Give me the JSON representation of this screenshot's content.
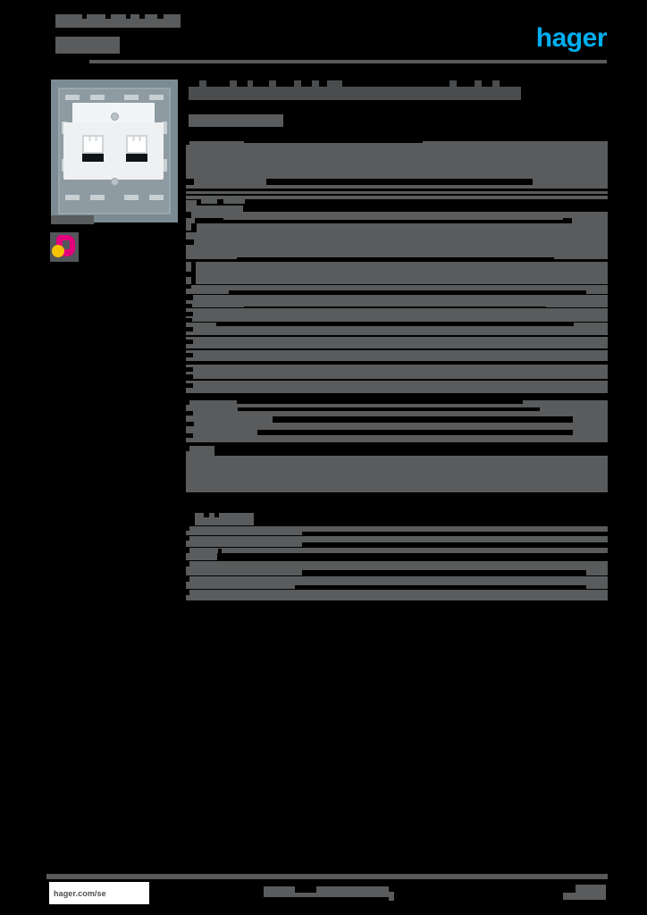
{
  "document": {
    "type": "product-datasheet",
    "brand": "hager",
    "brand_color": "#00AEEF",
    "redaction_color": "#595b5c",
    "page_background": "#000000",
    "redacted": true,
    "note": "All body text in this datasheet is rendered as solid redaction bars; only the brand wordmark and the footer URL remain legible."
  },
  "header": {
    "document_reference_line1": "",
    "document_reference_line2": "",
    "logo_label": "hager",
    "rule_visible": true
  },
  "left_column": {
    "product_image": {
      "name": "socket-outlet-product-photo",
      "alt": "White double data outlet insert with metal mounting frame",
      "frame_color": "#7b8b93",
      "plate_color": "#eef0f1",
      "port_count": 2
    },
    "image_caption": "",
    "variant_thumbnail": {
      "name": "variant-swatch",
      "primary_color": "#e3007d",
      "secondary_color": "#f5c200",
      "label": ""
    }
  },
  "main": {
    "title": "",
    "subtitle": "",
    "sections": [
      {
        "name": "primary-specifications",
        "rows": [
          {
            "label": "",
            "value": ""
          },
          {
            "label": "",
            "value": ""
          },
          {
            "label": "",
            "value": ""
          },
          {
            "label": "",
            "value": ""
          },
          {
            "label": "",
            "value": ""
          },
          {
            "label": "",
            "value": ""
          },
          {
            "label": "",
            "value": ""
          },
          {
            "label": "",
            "value": ""
          },
          {
            "label": "",
            "value": ""
          },
          {
            "label": "",
            "value": ""
          },
          {
            "label": "",
            "value": ""
          },
          {
            "label": "",
            "value": ""
          },
          {
            "label": "",
            "value": ""
          },
          {
            "label": "",
            "value": ""
          },
          {
            "label": "",
            "value": ""
          },
          {
            "label": "",
            "value": ""
          },
          {
            "label": "",
            "value": ""
          },
          {
            "label": "",
            "value": ""
          }
        ]
      },
      {
        "name": "secondary-specifications",
        "rows": [
          {
            "label": "",
            "value": ""
          },
          {
            "label": "",
            "value": ""
          },
          {
            "label": "",
            "value": ""
          },
          {
            "label": "",
            "value": ""
          },
          {
            "label": "",
            "value": ""
          },
          {
            "label": "",
            "value": ""
          }
        ]
      }
    ]
  },
  "footer": {
    "url": "hager.com/se",
    "center_text": "",
    "page_number": ""
  }
}
